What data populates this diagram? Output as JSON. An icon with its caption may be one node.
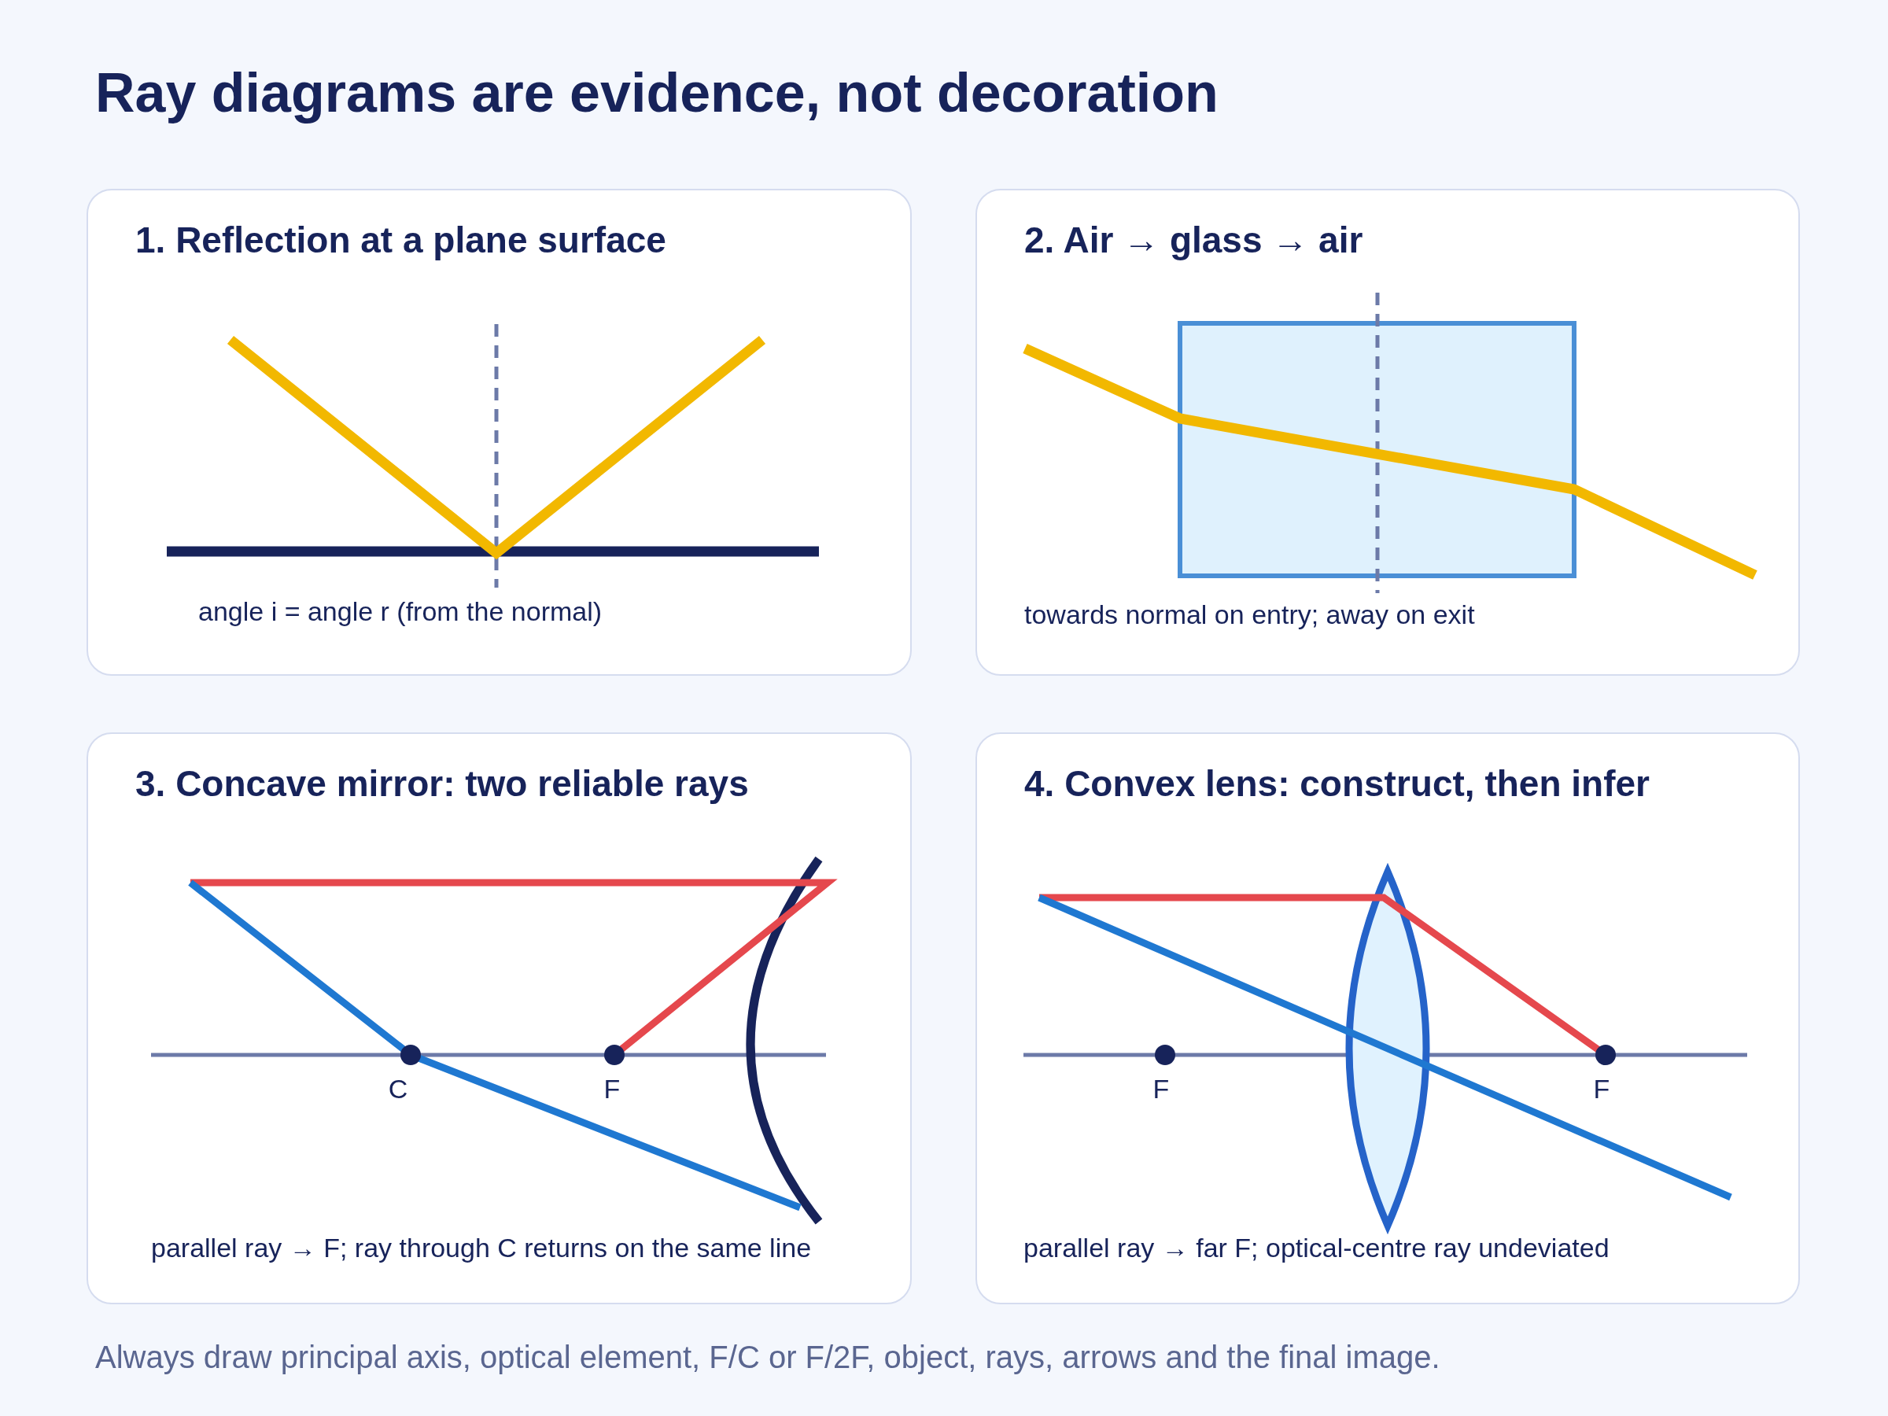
{
  "diagram": {
    "title": "Ray diagrams are evidence, not decoration",
    "nodes": [
      {
        "text": [
          "1. Reflection at a plane surface",
          "angle i = angle r (from the normal)"
        ]
      },
      {
        "text": [
          "2. Air → glass → air",
          "towards normal on entry; away on exit"
        ]
      },
      {
        "text": [
          "3. Concave mirror: two reliable rays",
          "parallel ray → F; ray through C returns on the same line"
        ]
      },
      {
        "text": [
          "4. Convex lens: construct, then infer",
          "parallel ray → far F; optical-centre ray undeviated"
        ]
      }
    ],
    "labels": [
      "C",
      "F",
      "F",
      "F"
    ],
    "caption": "Always draw principal axis, optical element, F/C or F/2F, object, rays, arrows and the final image."
  }
}
